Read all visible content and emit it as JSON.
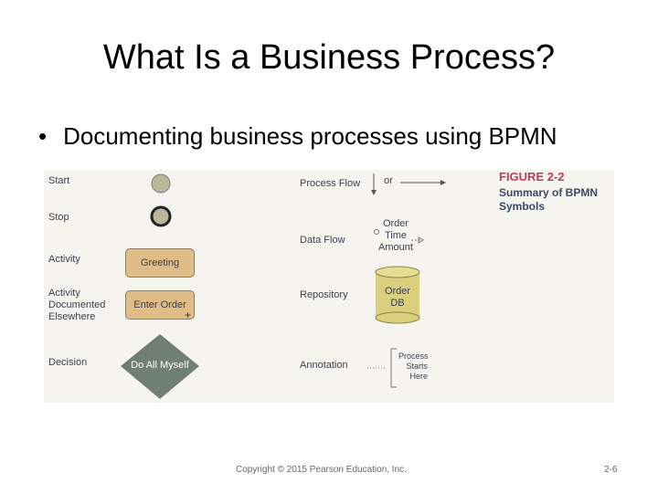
{
  "slide": {
    "title": "What Is a Business Process?",
    "bullet": "Documenting business processes using BPMN",
    "footer_copyright": "Copyright © 2015 Pearson Education, Inc.",
    "page_number": "2-6"
  },
  "figure": {
    "title": "FIGURE 2-2",
    "subtitle_line1": "Summary of BPMN",
    "subtitle_line2": "Symbols",
    "left_symbols": {
      "start": "Start",
      "stop": "Stop",
      "activity": "Activity",
      "activity_doc_1": "Activity",
      "activity_doc_2": "Documented",
      "activity_doc_3": "Elsewhere",
      "decision": "Decision",
      "greeting_box": "Greeting",
      "enter_order_box": "Enter Order",
      "decision_diamond": "Do All Myself"
    },
    "right_symbols": {
      "process_flow": "Process Flow",
      "or": "or",
      "data_flow": "Data Flow",
      "data_flow_line1": "Order",
      "data_flow_line2": "Time",
      "data_flow_line3": "Amount",
      "repository": "Repository",
      "repo_line1": "Order",
      "repo_line2": "DB",
      "annotation": "Annotation",
      "annotation_line1": "Process",
      "annotation_line2": "Starts",
      "annotation_line3": "Here"
    },
    "colors": {
      "activity_fill": "#e0bd86",
      "decision_fill": "#6f7f74",
      "repository_fill": "#d9cf7c",
      "figure_title": "#c0395a"
    }
  }
}
